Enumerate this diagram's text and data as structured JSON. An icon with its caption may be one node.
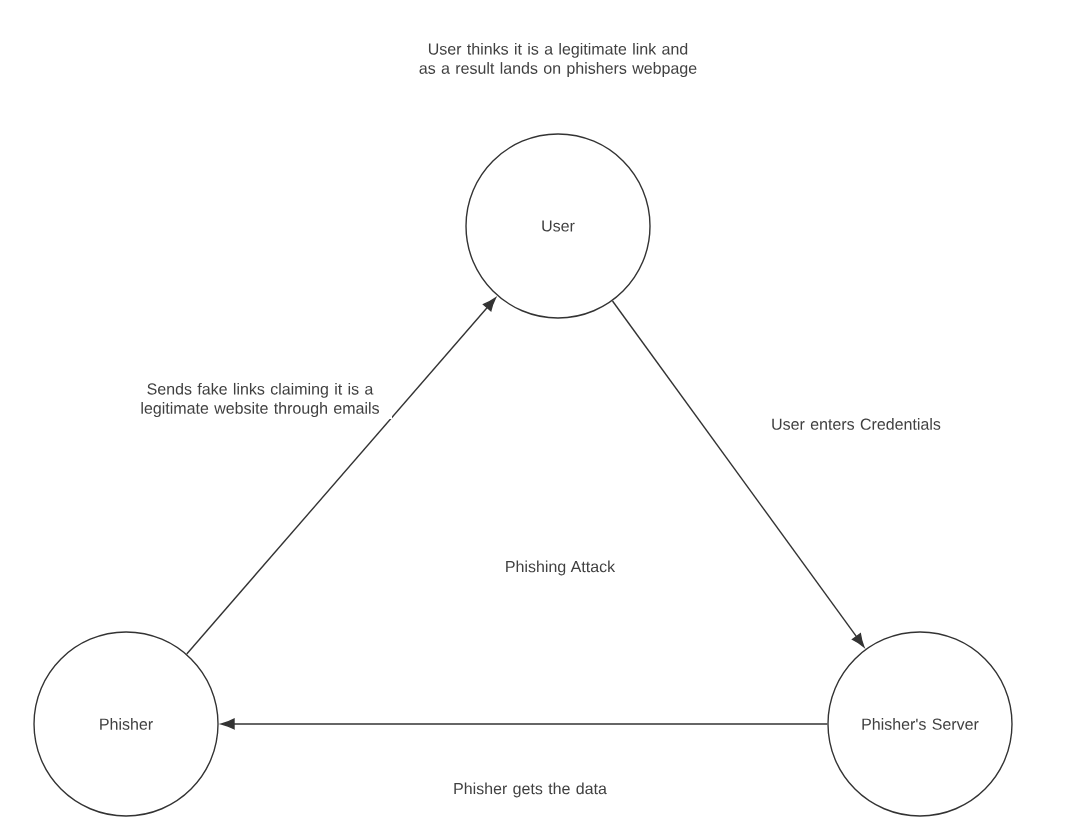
{
  "diagram": {
    "nodes": [
      {
        "text": [
          "User"
        ],
        "beside": [
          "User thinks it is a legitimate link and as a result lands on phishers webpage"
        ]
      },
      {
        "text": [
          "Phisher's Server"
        ]
      },
      {
        "text": [
          "Phisher"
        ]
      }
    ],
    "edges": [
      {
        "from": 0,
        "to": 1,
        "arrow": "to",
        "label": "User enters Credentials"
      },
      {
        "from": 1,
        "to": 2,
        "arrow": "to",
        "label": "Phisher gets the data"
      },
      {
        "from": 2,
        "to": 0,
        "arrow": "to",
        "label": "Sends fake links claiming it is a legitimate website through emails"
      }
    ],
    "labels": [
      "Phishing Attack"
    ]
  }
}
